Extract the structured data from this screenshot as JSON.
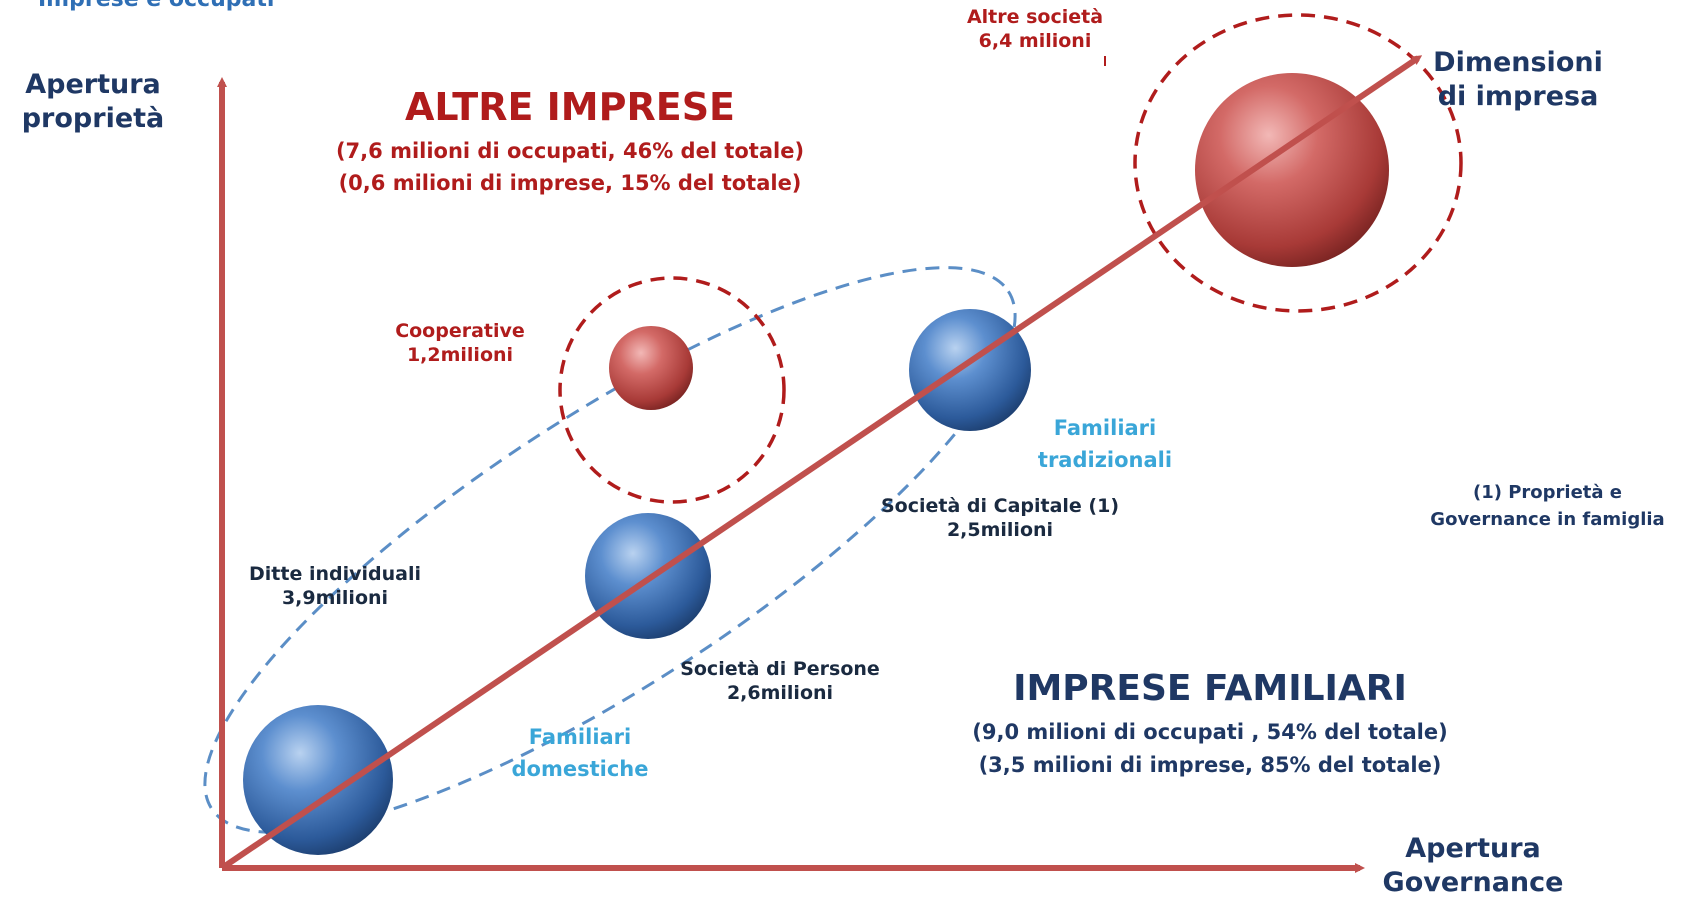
{
  "header_fragment": "Imprese e occupati",
  "axes": {
    "y_label_line1": "Apertura",
    "y_label_line2": "proprietà",
    "x_label_line1": "Apertura",
    "x_label_line2": "Governance",
    "diag_label_line1": "Dimensioni",
    "diag_label_line2": "di impresa"
  },
  "altre_imprese": {
    "title": "ALTRE IMPRESE",
    "line1": "(7,6 milioni di occupati, 46% del totale)",
    "line2": "(0,6 milioni di imprese,  15% del totale)"
  },
  "imprese_familiari": {
    "title": "IMPRESE FAMILIARI",
    "line1": "(9,0 milioni di occupati , 54% del totale)",
    "line2": "(3,5 milioni di imprese, 85% del totale)"
  },
  "nodes": {
    "altre_societa": {
      "name": "Altre società",
      "value": "6,4 milioni"
    },
    "cooperative": {
      "name": "Cooperative",
      "value": "1,2milioni"
    },
    "societa_capitale": {
      "name": "Società di Capitale (1)",
      "value": "2,5milioni"
    },
    "societa_persone": {
      "name": "Società di Persone",
      "value": "2,6milioni"
    },
    "ditte_individuali": {
      "name": "Ditte individuali",
      "value": "3,9milioni"
    }
  },
  "groups": {
    "tradizionali_line1": "Familiari",
    "tradizionali_line2": "tradizionali",
    "domestiche_line1": "Familiari",
    "domestiche_line2": "domestiche"
  },
  "footnote": {
    "line1": "(1) Proprietà e",
    "line2": "Governance in famiglia"
  },
  "colors": {
    "axis": "#c0504d",
    "red_text": "#b01c1c",
    "navy_text": "#1f3864",
    "cyan_text": "#3aa6d8",
    "blue_dashes": "#5b8ec6",
    "red_dashes": "#b01c1c"
  }
}
